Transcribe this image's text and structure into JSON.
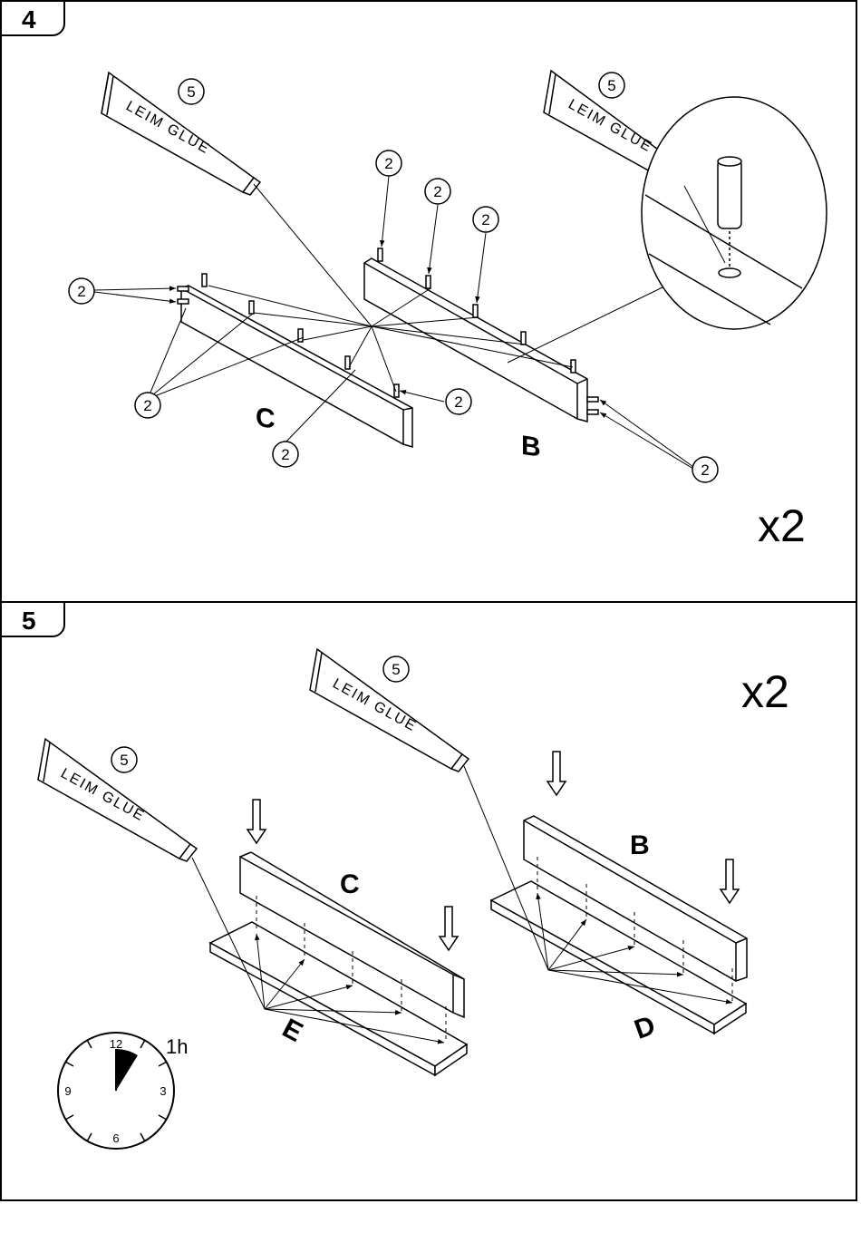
{
  "step4": {
    "number": "4",
    "multiplier": "x2",
    "panel_c": "C",
    "panel_b": "B",
    "glue_left": "LEIM GLUE",
    "glue_right": "LEIM GLUE",
    "glue_ref": "5",
    "dowel_ref": "2"
  },
  "step5": {
    "number": "5",
    "multiplier": "x2",
    "panel_c": "C",
    "panel_b": "B",
    "panel_e": "E",
    "panel_d": "D",
    "glue_left": "LEIM GLUE",
    "glue_center": "LEIM GLUE",
    "glue_ref": "5",
    "time": "1h",
    "clock_numbers": [
      "12",
      "3",
      "6",
      "9"
    ]
  }
}
